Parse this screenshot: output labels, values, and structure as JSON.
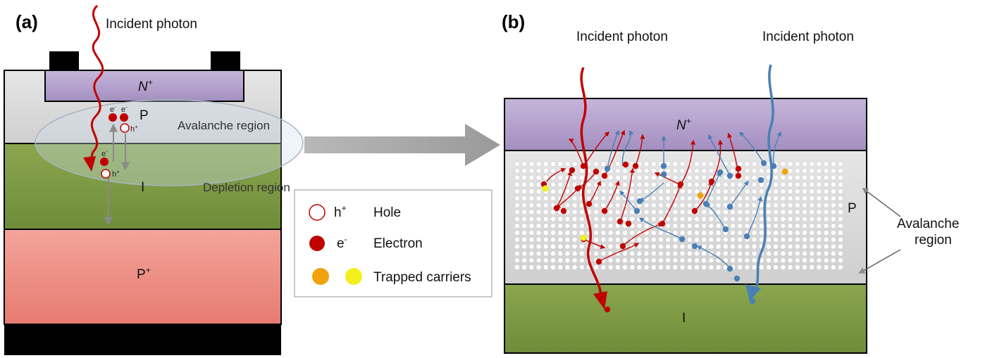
{
  "panel_a": {
    "tag": "(a)",
    "photon_label": "Incident photon",
    "n_plus": "N",
    "n_plus_sup": "+",
    "p_label": "P",
    "avalanche_label": "Avalanche region",
    "depletion_label": "Depletion region",
    "i_label": "I",
    "p_plus": "P",
    "p_plus_sup": "+",
    "electron_tag": "e",
    "electron_sup": "-",
    "hole_tag": "h",
    "hole_sup": "+"
  },
  "panel_b": {
    "tag": "(b)",
    "photon_label_left": "Incident photon",
    "photon_label_right": "Incident photon",
    "n_plus": "N",
    "n_plus_sup": "+",
    "p_label": "P",
    "i_label": "I",
    "avalanche_label_line1": "Avalanche",
    "avalanche_label_line2": "region"
  },
  "legend": {
    "hole_symbol": "h",
    "hole_sup": "+",
    "hole_label": "Hole",
    "electron_symbol": "e",
    "electron_sup": "-",
    "electron_label": "Electron",
    "trapped_label": "Trapped carriers"
  },
  "colors": {
    "n_plus_region": "#b09cc8",
    "p_region": "#d7d7d7",
    "i_region": "#7f9a45",
    "p_plus_region": "#ee8a7f",
    "electron": "#c00000",
    "blue_carrier": "#4a7fb5",
    "trapped_orange": "#f0a30a",
    "trapped_yellow": "#f3ef1c"
  }
}
